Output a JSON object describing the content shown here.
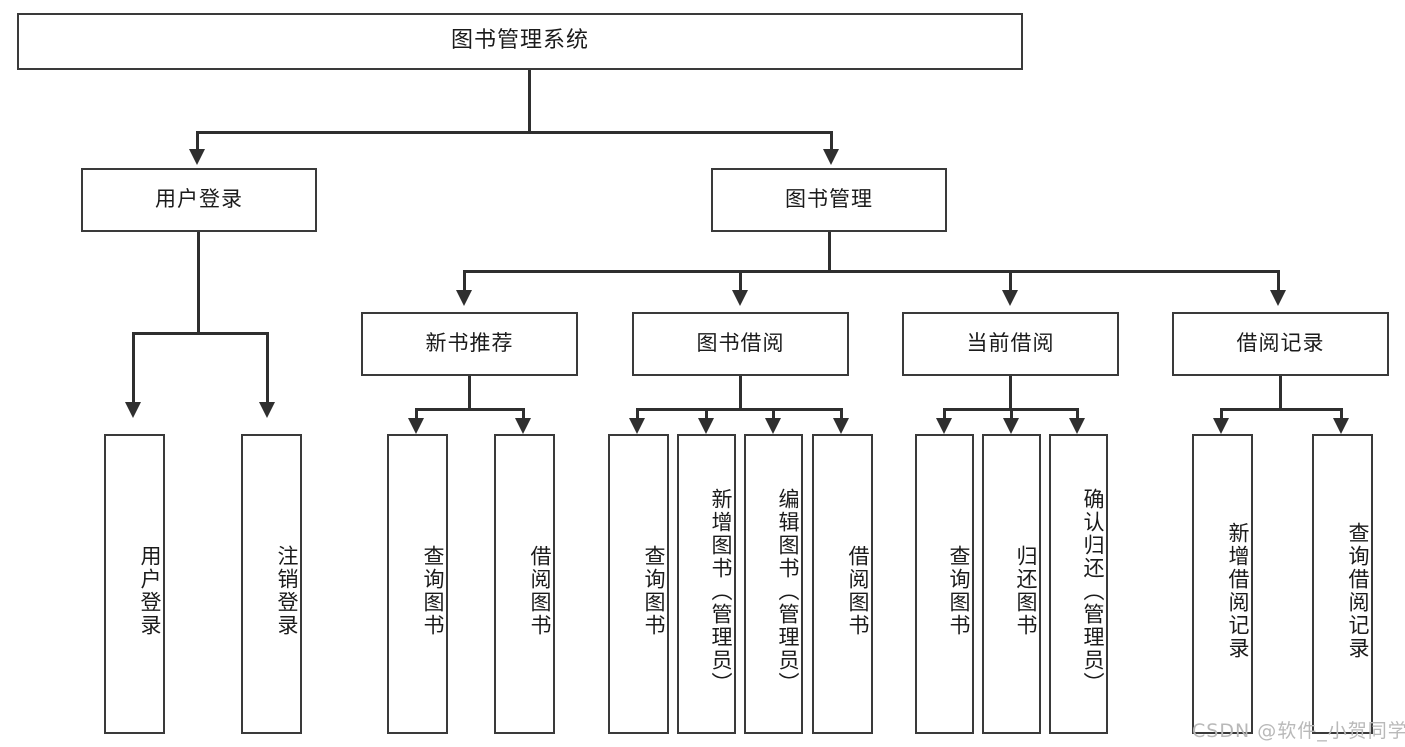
{
  "diagram": {
    "type": "tree-hierarchy",
    "title": "图书管理系统",
    "watermark": "CSDN @软件_小贺同学",
    "colors": {
      "stroke": "#3a3a3a",
      "connector": "#2f2f2f",
      "background": "#ffffff",
      "text": "#1b1b1b",
      "watermark": "#b9b9b9"
    },
    "levels": [
      {
        "level": 0,
        "nodes": [
          {
            "id": "root",
            "label": "图书管理系统",
            "orientation": "horizontal"
          }
        ]
      },
      {
        "level": 1,
        "nodes": [
          {
            "id": "user-login",
            "label": "用户登录",
            "orientation": "horizontal",
            "parent": "root"
          },
          {
            "id": "book-manage",
            "label": "图书管理",
            "orientation": "horizontal",
            "parent": "root"
          }
        ]
      },
      {
        "level": 2,
        "nodes": [
          {
            "id": "new-book-rec",
            "label": "新书推荐",
            "orientation": "horizontal",
            "parent": "book-manage"
          },
          {
            "id": "book-borrow",
            "label": "图书借阅",
            "orientation": "horizontal",
            "parent": "book-manage"
          },
          {
            "id": "current-borrow",
            "label": "当前借阅",
            "orientation": "horizontal",
            "parent": "book-manage"
          },
          {
            "id": "borrow-record",
            "label": "借阅记录",
            "orientation": "horizontal",
            "parent": "book-manage"
          }
        ]
      },
      {
        "level": 3,
        "nodes": [
          {
            "id": "leaf-user-login",
            "label": "用户登录",
            "orientation": "vertical",
            "parent": "user-login"
          },
          {
            "id": "leaf-logout",
            "label": "注销登录",
            "orientation": "vertical",
            "parent": "user-login"
          },
          {
            "id": "leaf-query-book-1",
            "label": "查询图书",
            "orientation": "vertical",
            "parent": "new-book-rec"
          },
          {
            "id": "leaf-borrow-book-1",
            "label": "借阅图书",
            "orientation": "vertical",
            "parent": "new-book-rec"
          },
          {
            "id": "leaf-query-book-2",
            "label": "查询图书",
            "orientation": "vertical",
            "parent": "book-borrow"
          },
          {
            "id": "leaf-add-book",
            "label": "新增图书（管理员）",
            "orientation": "vertical",
            "parent": "book-borrow"
          },
          {
            "id": "leaf-edit-book",
            "label": "编辑图书（管理员）",
            "orientation": "vertical",
            "parent": "book-borrow"
          },
          {
            "id": "leaf-borrow-book-2",
            "label": "借阅图书",
            "orientation": "vertical",
            "parent": "book-borrow"
          },
          {
            "id": "leaf-query-book-3",
            "label": "查询图书",
            "orientation": "vertical",
            "parent": "current-borrow"
          },
          {
            "id": "leaf-return-book",
            "label": "归还图书",
            "orientation": "vertical",
            "parent": "current-borrow"
          },
          {
            "id": "leaf-confirm-return",
            "label": "确认归还（管理员）",
            "orientation": "vertical",
            "parent": "current-borrow"
          },
          {
            "id": "leaf-add-record",
            "label": "新增借阅记录",
            "orientation": "vertical",
            "parent": "borrow-record"
          },
          {
            "id": "leaf-query-record",
            "label": "查询借阅记录",
            "orientation": "vertical",
            "parent": "borrow-record"
          }
        ]
      }
    ]
  }
}
